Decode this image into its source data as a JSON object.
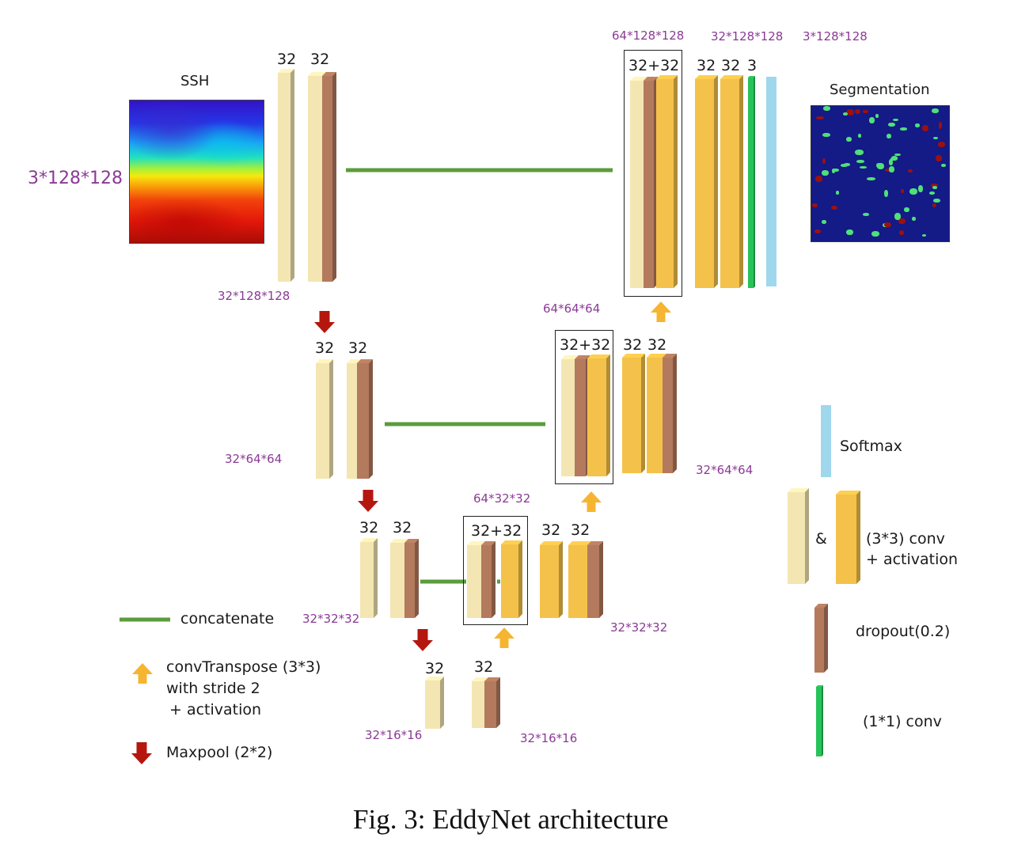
{
  "labels": {
    "ssh": "SSH",
    "input_dim": "3*128*128",
    "segmentation": "Segmentation",
    "caption": "Fig. 3: EddyNet architecture"
  },
  "encoder": {
    "l1": {
      "a": "32",
      "b": "32",
      "dim": "32*128*128"
    },
    "l2": {
      "a": "32",
      "b": "32",
      "dim": "32*64*64"
    },
    "l3": {
      "a": "32",
      "b": "32",
      "dim": "32*32*32"
    },
    "l4": {
      "a": "32",
      "b": "32",
      "dim_left": "32*16*16",
      "dim_right": "32*16*16"
    }
  },
  "decoder": {
    "d1": {
      "concat": "32+32",
      "a": "32",
      "b": "32",
      "c": "3",
      "dim_concat": "64*128*128",
      "dim_mid": "32*128*128",
      "dim_out": "3*128*128"
    },
    "d2": {
      "concat": "32+32",
      "a": "32",
      "b": "32",
      "dim_concat": "64*64*64",
      "dim_out": "32*64*64"
    },
    "d3": {
      "concat": "32+32",
      "a": "32",
      "b": "32",
      "dim_concat": "64*32*32",
      "dim_out": "32*32*32"
    }
  },
  "legend": {
    "concatenate": "concatenate",
    "convtranspose_1": "convTranspose (3*3)",
    "convtranspose_2": "with stride 2",
    "convtranspose_3": "+ activation",
    "maxpool": "Maxpool (2*2)",
    "softmax": "Softmax",
    "ampersand": "&",
    "conv_1": "(3*3) conv",
    "conv_2": "+ activation",
    "dropout": "dropout(0.2)",
    "conv1x1": "(1*1) conv"
  },
  "colors": {
    "cream": "#f3e6b2",
    "dropout": "#b47a5e",
    "conv_orange": "#f4c24a",
    "softmax": "#9fd7ec",
    "conv1x1": "#27c35a",
    "concat_line": "#5b9c3c",
    "maxpool_arrow": "#b5170f",
    "upconv_arrow": "#f6b530"
  }
}
